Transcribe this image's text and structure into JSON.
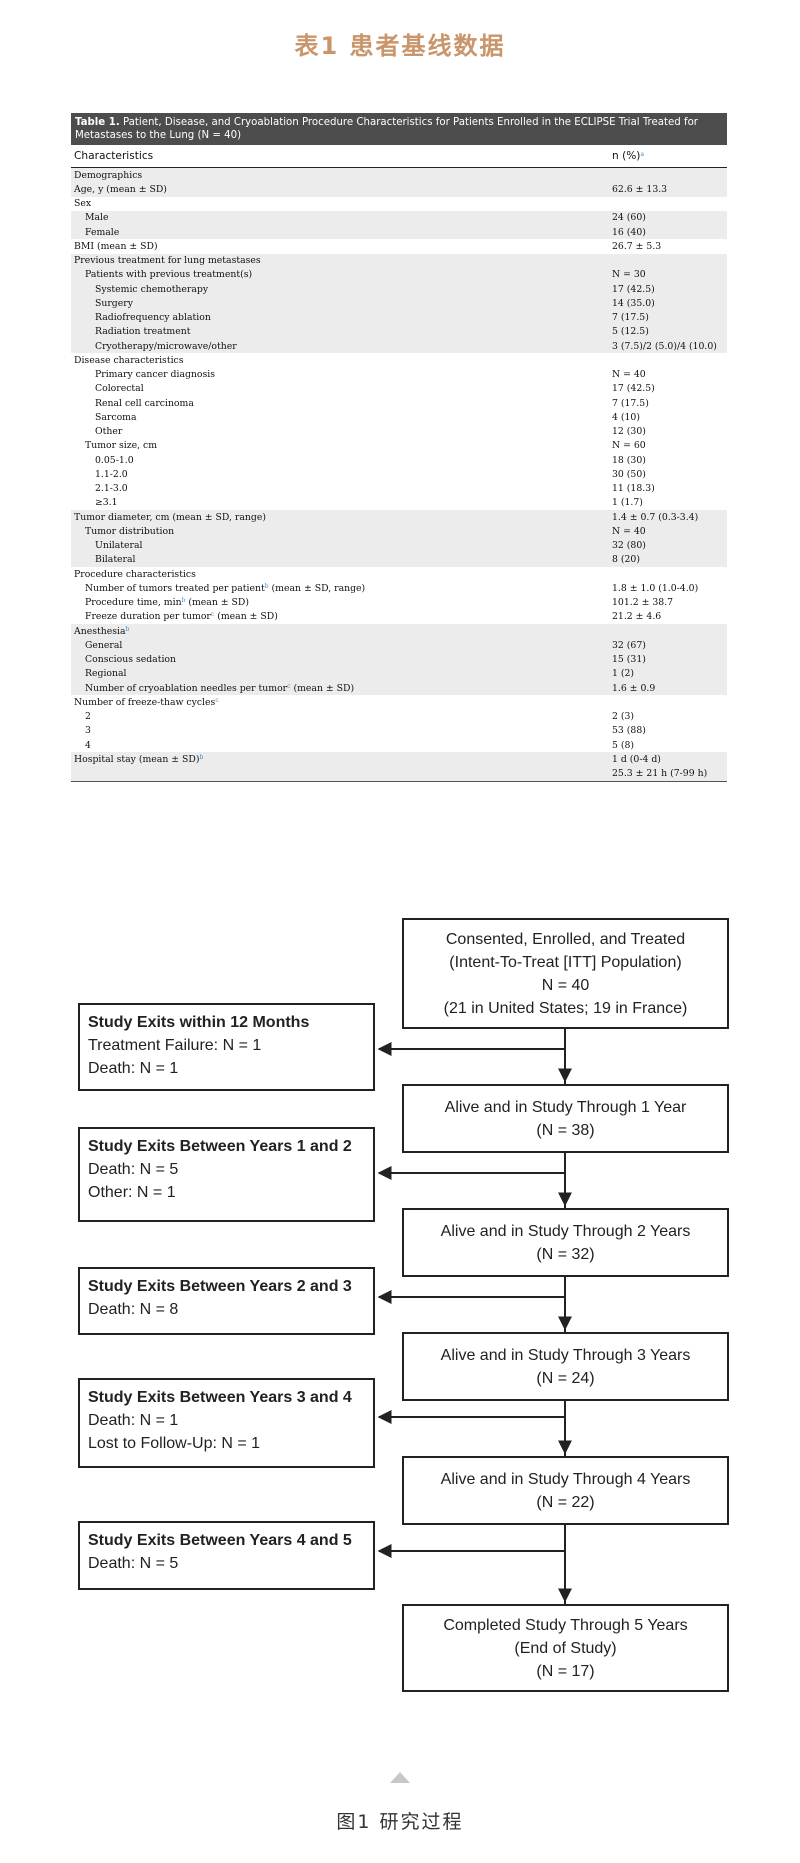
{
  "page_title": "表1  患者基线数据",
  "table": {
    "caption_label": "Table 1.",
    "caption_text": " Patient, Disease, and Cryoablation Procedure Characteristics for Patients Enrolled in the ECLIPSE Trial Treated for Metastases to the Lung (N = 40)",
    "col_characteristics": "Characteristics",
    "col_value": "n (%)",
    "col_value_sup": "a",
    "rows": [
      {
        "label": "Demographics",
        "value": "",
        "indent": 0,
        "shaded": true
      },
      {
        "label": "Age, y (mean ± SD)",
        "value": "62.6 ± 13.3",
        "indent": 0,
        "shaded": true
      },
      {
        "label": "Sex",
        "value": "",
        "indent": 0,
        "shaded": false
      },
      {
        "label": "Male",
        "value": "24 (60)",
        "indent": 1,
        "shaded": true
      },
      {
        "label": "Female",
        "value": "16 (40)",
        "indent": 1,
        "shaded": true
      },
      {
        "label": "BMI (mean ± SD)",
        "value": "26.7 ± 5.3",
        "indent": 0,
        "shaded": false
      },
      {
        "label": "Previous treatment for lung metastases",
        "value": "",
        "indent": 0,
        "shaded": true
      },
      {
        "label": "Patients with previous treatment(s)",
        "value": "N = 30",
        "indent": 1,
        "shaded": true
      },
      {
        "label": "Systemic chemotherapy",
        "value": "17 (42.5)",
        "indent": 2,
        "shaded": true
      },
      {
        "label": "Surgery",
        "value": "14 (35.0)",
        "indent": 2,
        "shaded": true
      },
      {
        "label": "Radiofrequency ablation",
        "value": "7 (17.5)",
        "indent": 2,
        "shaded": true
      },
      {
        "label": "Radiation treatment",
        "value": "5 (12.5)",
        "indent": 2,
        "shaded": true
      },
      {
        "label": "Cryotherapy/microwave/other",
        "value": "3 (7.5)/2 (5.0)/4 (10.0)",
        "indent": 2,
        "shaded": true
      },
      {
        "label": "Disease characteristics",
        "value": "",
        "indent": 0,
        "shaded": false
      },
      {
        "label": "Primary cancer diagnosis",
        "value": "N = 40",
        "indent": 2,
        "shaded": false
      },
      {
        "label": "Colorectal",
        "value": "17 (42.5)",
        "indent": 2,
        "shaded": false
      },
      {
        "label": "Renal cell carcinoma",
        "value": "7 (17.5)",
        "indent": 2,
        "shaded": false
      },
      {
        "label": "Sarcoma",
        "value": "4 (10)",
        "indent": 2,
        "shaded": false
      },
      {
        "label": "Other",
        "value": "12 (30)",
        "indent": 2,
        "shaded": false
      },
      {
        "label": "Tumor size, cm",
        "value": "N = 60",
        "indent": 1,
        "shaded": false
      },
      {
        "label": "0.05-1.0",
        "value": "18 (30)",
        "indent": 2,
        "shaded": false
      },
      {
        "label": "1.1-2.0",
        "value": "30 (50)",
        "indent": 2,
        "shaded": false
      },
      {
        "label": "2.1-3.0",
        "value": "11 (18.3)",
        "indent": 2,
        "shaded": false
      },
      {
        "label": "≥3.1",
        "value": "1 (1.7)",
        "indent": 2,
        "shaded": false
      },
      {
        "label": "Tumor diameter, cm (mean ± SD, range)",
        "value": "1.4 ± 0.7 (0.3-3.4)",
        "indent": 0,
        "shaded": true
      },
      {
        "label": "Tumor distribution",
        "value": "N = 40",
        "indent": 1,
        "shaded": true
      },
      {
        "label": "Unilateral",
        "value": "32 (80)",
        "indent": 2,
        "shaded": true
      },
      {
        "label": "Bilateral",
        "value": "8 (20)",
        "indent": 2,
        "shaded": true
      },
      {
        "label": "Procedure characteristics",
        "value": "",
        "indent": 0,
        "shaded": false
      },
      {
        "label": "Number of tumors treated per patient",
        "sup": "b",
        "suffix": " (mean ± SD, range)",
        "value": "1.8 ± 1.0 (1.0-4.0)",
        "indent": 1,
        "shaded": false
      },
      {
        "label": "Procedure time, min",
        "sup": "b",
        "suffix": " (mean ± SD)",
        "value": "101.2 ± 38.7",
        "indent": 1,
        "shaded": false
      },
      {
        "label": "Freeze duration per tumor",
        "sup": "c",
        "suffix": " (mean ± SD)",
        "value": "21.2 ± 4.6",
        "indent": 1,
        "shaded": false
      },
      {
        "label": "Anesthesia",
        "sup": "b",
        "suffix": "",
        "value": "",
        "indent": 0,
        "shaded": true
      },
      {
        "label": "General",
        "value": "32 (67)",
        "indent": 1,
        "shaded": true
      },
      {
        "label": "Conscious sedation",
        "value": "15 (31)",
        "indent": 1,
        "shaded": true
      },
      {
        "label": "Regional",
        "value": "1 (2)",
        "indent": 1,
        "shaded": true
      },
      {
        "label": "Number of cryoablation needles per tumor",
        "sup": "c",
        "suffix": " (mean ± SD)",
        "value": "1.6 ± 0.9",
        "indent": 1,
        "shaded": true
      },
      {
        "label": "Number of freeze-thaw cycles",
        "sup": "c",
        "suffix": "",
        "value": "",
        "indent": 0,
        "shaded": false
      },
      {
        "label": "2",
        "value": "2 (3)",
        "indent": 1,
        "shaded": false
      },
      {
        "label": "3",
        "value": "53 (88)",
        "indent": 1,
        "shaded": false
      },
      {
        "label": "4",
        "value": "5 (8)",
        "indent": 1,
        "shaded": false
      },
      {
        "label": "Hospital stay (mean ± SD)",
        "sup": "b",
        "suffix": "",
        "value": "1 d (0-4 d)",
        "indent": 0,
        "shaded": true
      },
      {
        "label": "",
        "value": "25.3 ± 21 h (7-99 h)",
        "indent": 0,
        "shaded": true
      }
    ]
  },
  "flowchart": {
    "main_boxes": [
      {
        "lines": [
          "Consented, Enrolled, and Treated",
          "(Intent-To-Treat [ITT] Population)",
          "N = 40",
          "(21 in United States; 19 in France)"
        ]
      },
      {
        "lines": [
          "Alive and in Study Through 1 Year",
          "(N = 38)"
        ]
      },
      {
        "lines": [
          "Alive and in Study Through 2 Years",
          "(N = 32)"
        ]
      },
      {
        "lines": [
          "Alive and in Study Through 3 Years",
          "(N = 24)"
        ]
      },
      {
        "lines": [
          "Alive and in Study Through 4 Years",
          "(N = 22)"
        ]
      },
      {
        "lines": [
          "Completed Study Through 5 Years",
          "(End of Study)",
          "(N = 17)"
        ]
      }
    ],
    "exit_boxes": [
      {
        "heading": "Study Exits within 12 Months",
        "lines": [
          "Treatment Failure: N = 1",
          "Death: N = 1"
        ]
      },
      {
        "heading": "Study Exits Between Years 1 and 2",
        "lines": [
          "Death: N = 5",
          "Other: N = 1"
        ]
      },
      {
        "heading": "Study Exits Between Years 2 and 3",
        "lines": [
          "Death: N = 8"
        ]
      },
      {
        "heading": "Study Exits Between Years 3 and 4",
        "lines": [
          "Death: N = 1",
          "Lost to Follow-Up: N = 1"
        ]
      },
      {
        "heading": "Study Exits Between Years 4 and 5",
        "lines": [
          "Death: N = 5"
        ]
      }
    ]
  },
  "figure_caption": "图1  研究过程"
}
